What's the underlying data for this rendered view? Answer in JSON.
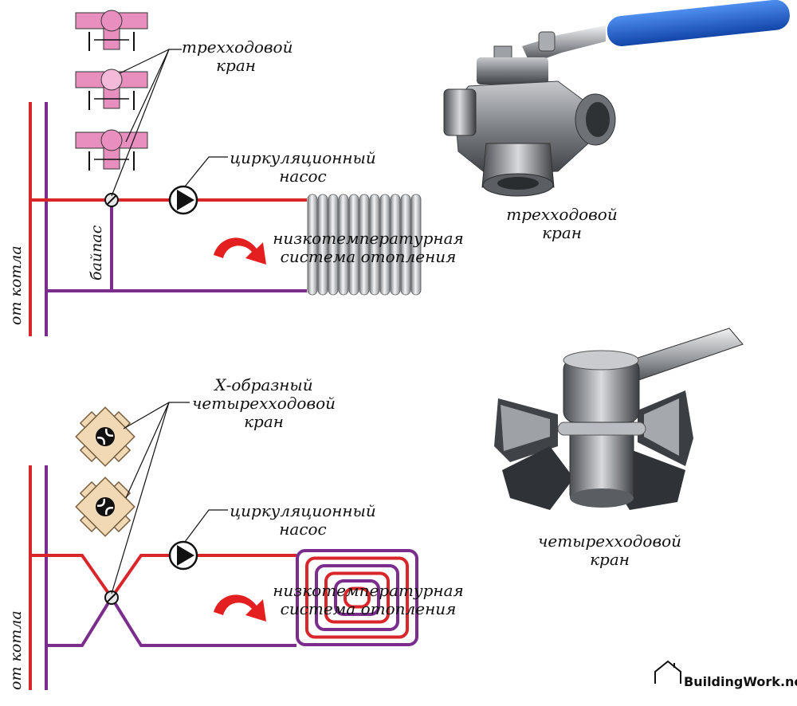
{
  "labels": {
    "three_way_valve": "трехходовой\nкран",
    "pump_top": "циркуляционный\nнасос",
    "low_temp_top": "низкотемпературная\nсистема отопления",
    "from_boiler_top": "от котла",
    "bypass": "байпас",
    "three_way_photo": "трехходовой\nкран",
    "x_four_way": "Х-образный\nчетырехходовой\nкран",
    "pump_bottom": "циркуляционный\nнасос",
    "low_temp_bottom": "низкотемпературная\nсистема отопления",
    "from_boiler_bottom": "от котла",
    "four_way_photo": "четырехходовой\nкран"
  },
  "watermark": "BuildingWork.net",
  "colors": {
    "supply": "#d9262b",
    "return": "#7b2d8e",
    "valve_pink": "#e98fc0",
    "cross_valve": "#f1d9b5",
    "handle_blue": "#1e5fc8",
    "metal": "#8d9096"
  },
  "icons": [
    "house-logo-icon",
    "pump-icon",
    "rotation-arrow-icon",
    "three-way-valve-icon",
    "four-way-valve-icon",
    "radiator-icon",
    "floor-heating-coil-icon"
  ]
}
